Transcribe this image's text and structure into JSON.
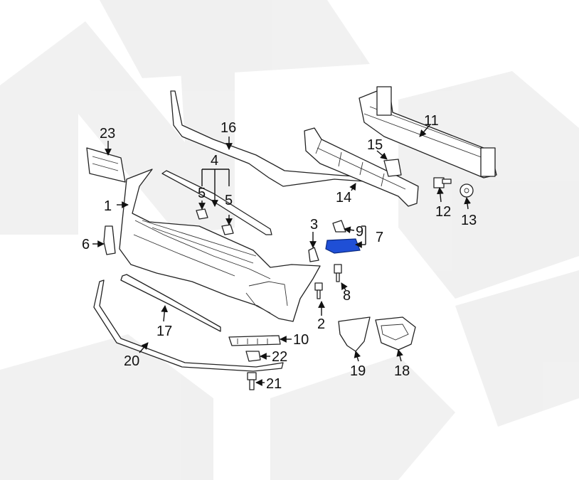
{
  "title": "",
  "highlight_color": "#1f4fd6",
  "callouts": {
    "c1": "1",
    "c2": "2",
    "c3": "3",
    "c4": "4",
    "c5a": "5",
    "c5b": "5",
    "c6": "6",
    "c7": "7",
    "c8": "8",
    "c9": "9",
    "c10": "10",
    "c11": "11",
    "c12": "12",
    "c13": "13",
    "c14": "14",
    "c15": "15",
    "c16": "16",
    "c17": "17",
    "c18": "18",
    "c19": "19",
    "c20": "20",
    "c21": "21",
    "c22": "22",
    "c23": "23"
  }
}
